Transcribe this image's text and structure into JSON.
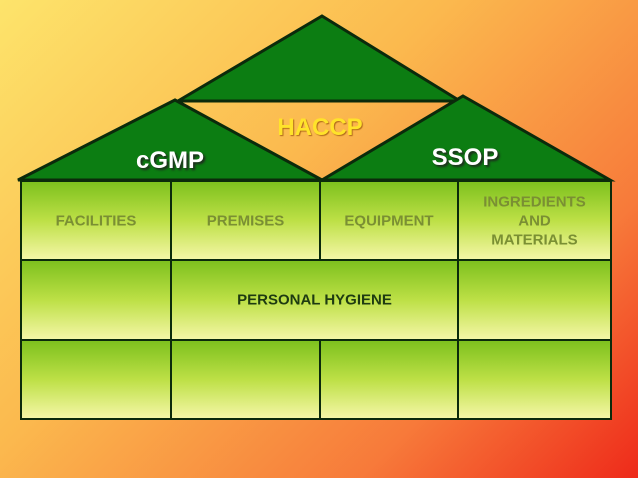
{
  "roofs": {
    "top": "HACCP",
    "left": "cGMP",
    "right": "SSOP"
  },
  "grid": {
    "row1": {
      "facilities": "FACILITIES",
      "premises": "PREMISES",
      "equipment": "EQUIPMENT",
      "ingredients": "INGREDIENTS\nAND\nMATERIALS"
    },
    "row2": {
      "personal_hygiene": "PERSONAL HYGIENE"
    }
  },
  "colors": {
    "roof_green": "#0c7d12",
    "outline": "#0b2a0b",
    "haccp_text": "#ffe32a",
    "roof_text": "#ffffff",
    "cell_text": "#7a8f33",
    "hygiene_text": "#1e3b11"
  }
}
